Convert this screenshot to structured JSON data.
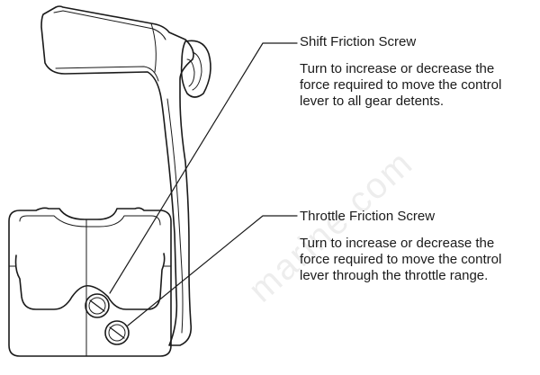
{
  "callouts": {
    "shift": {
      "title": "Shift Friction Screw",
      "lines": [
        "Turn to increase or decrease the",
        "force required to move the control",
        "lever to all gear detents."
      ]
    },
    "throttle": {
      "title": "Throttle Friction Screw",
      "lines": [
        "Turn to increase or decrease the",
        "force required to move the control",
        "lever through the throttle range."
      ]
    }
  },
  "watermark": "marine.com",
  "colors": {
    "line": "#1a1a1a",
    "text": "#1a1a1a"
  }
}
